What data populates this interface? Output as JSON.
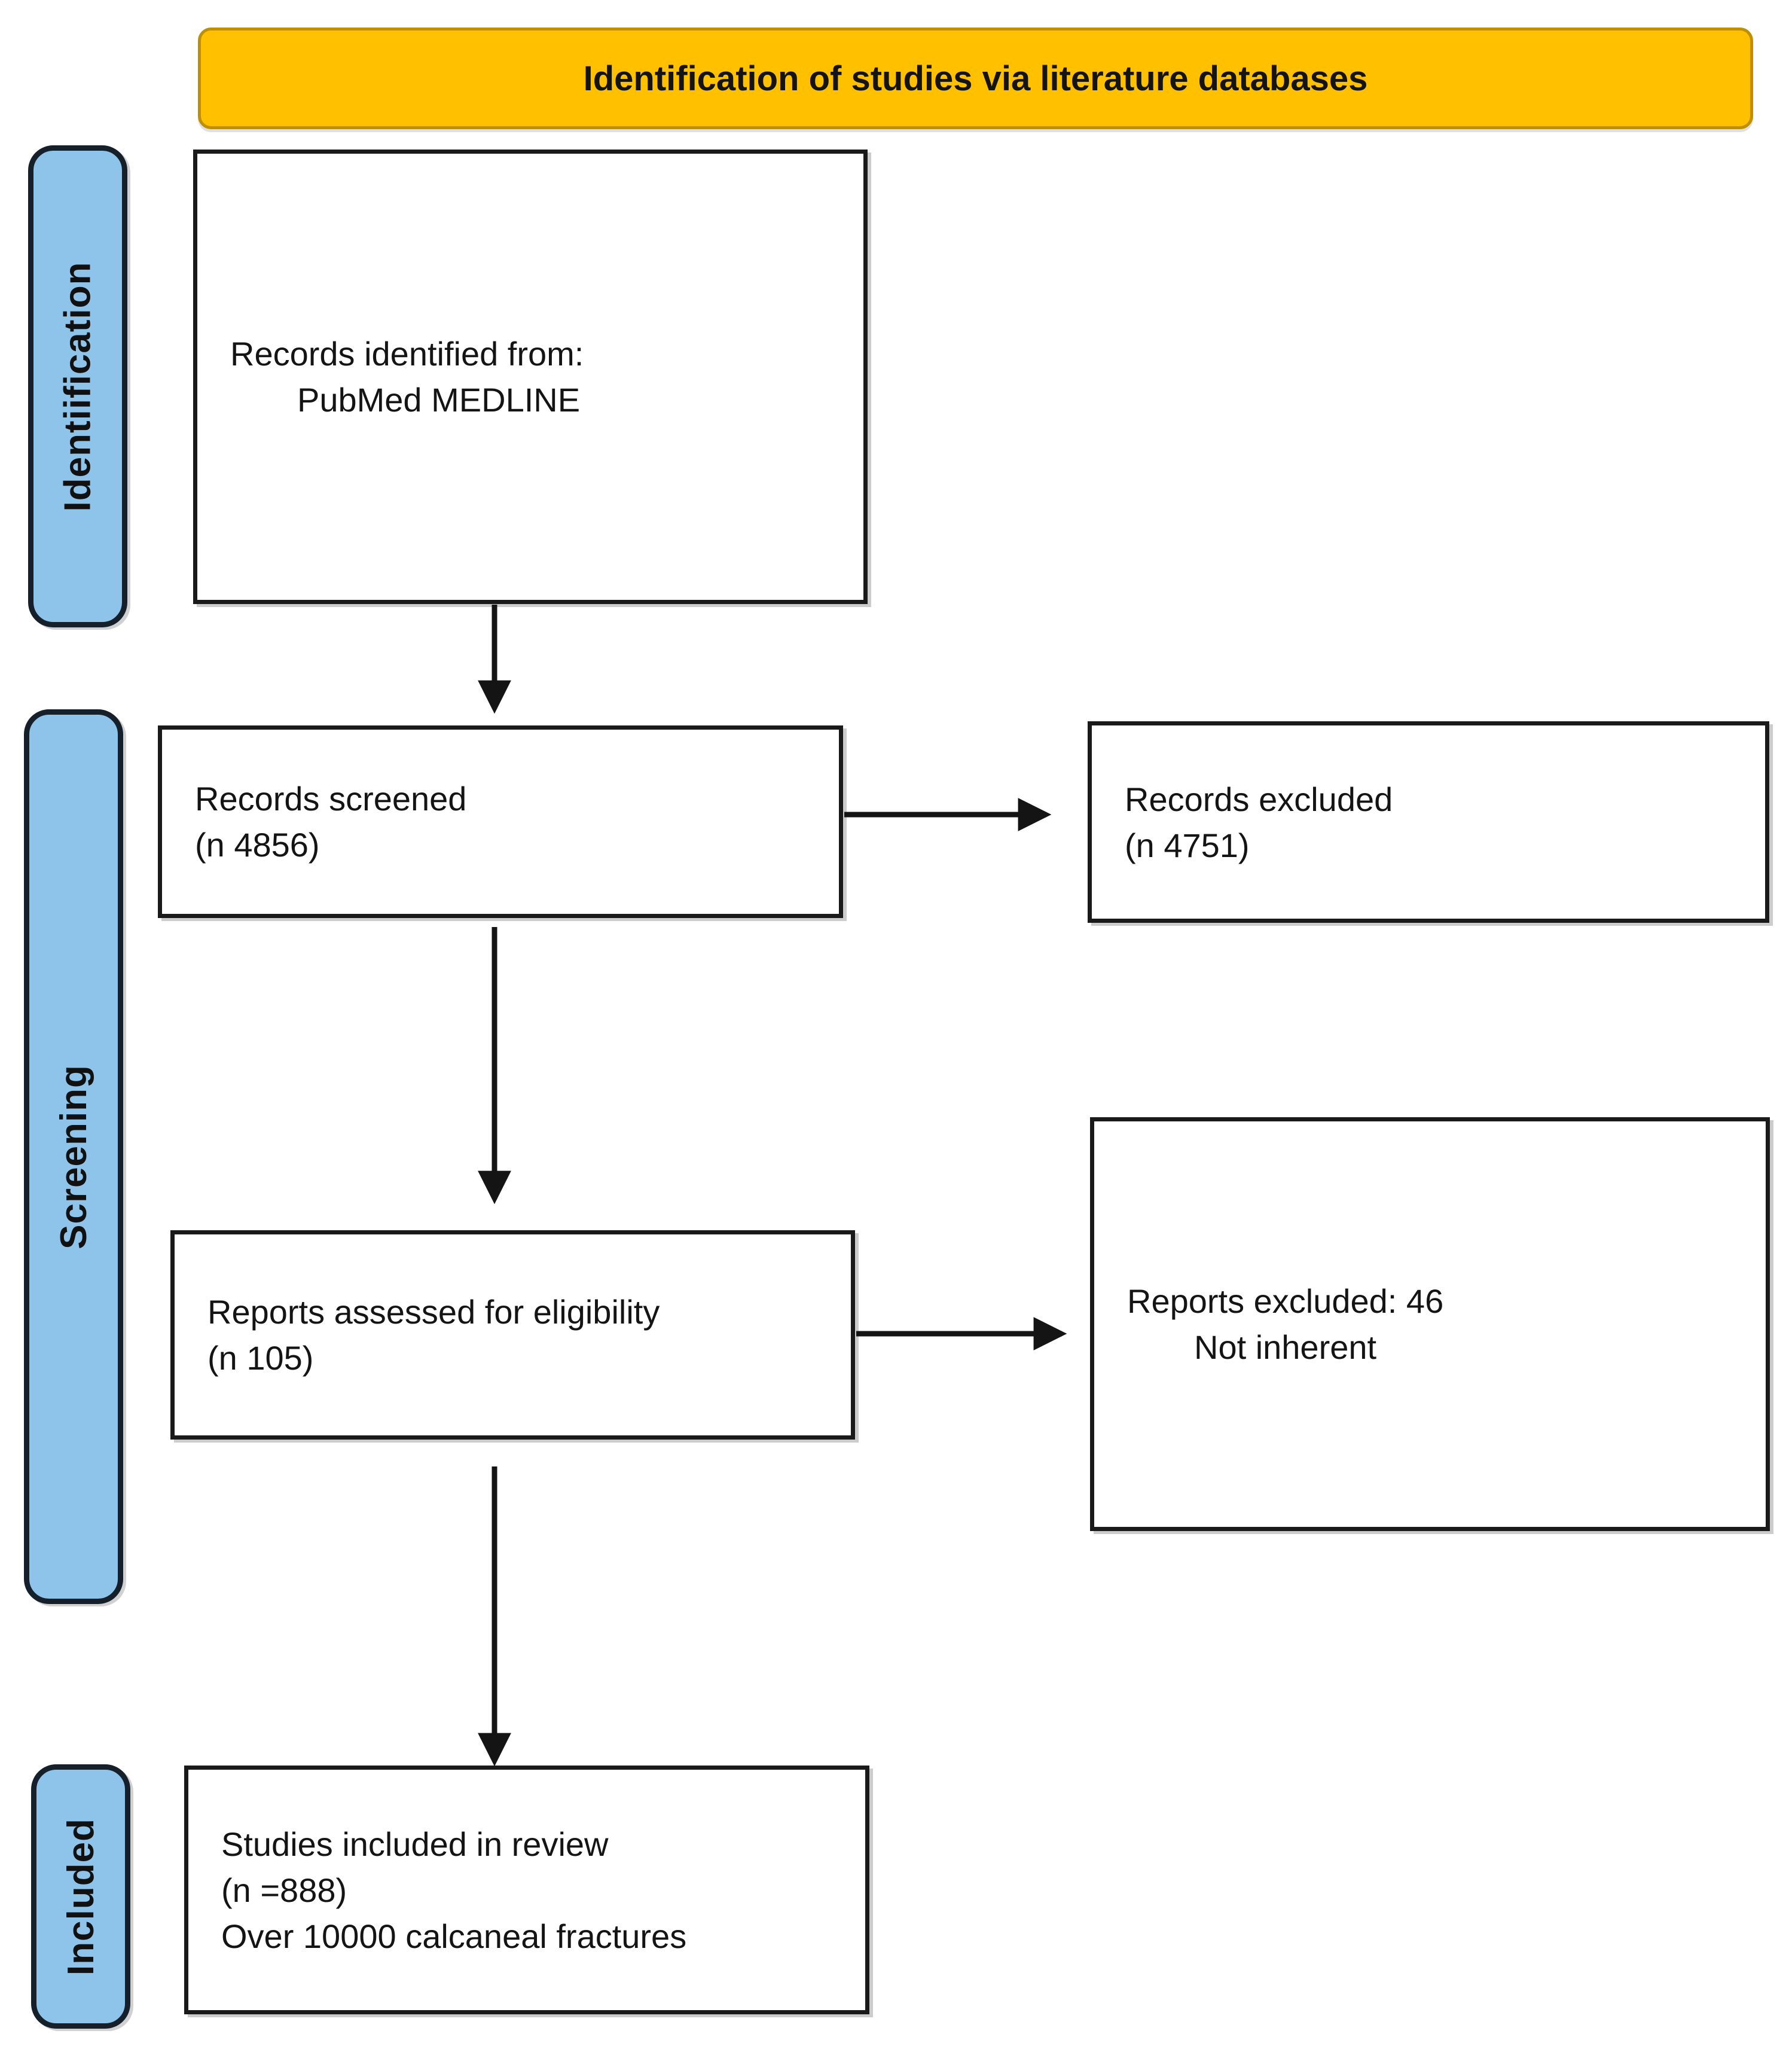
{
  "banner": {
    "label": "Identification of studies via literature databases"
  },
  "stages": [
    {
      "id": "identification",
      "label": "Identiification"
    },
    {
      "id": "screening",
      "label": "Screening"
    },
    {
      "id": "included",
      "label": "Included"
    }
  ],
  "boxes": {
    "records_identified": {
      "lines": [
        "Records identified from:",
        "PubMed MEDLINE"
      ]
    },
    "records_screened": {
      "lines": [
        "Records screened",
        "(n 4856)"
      ]
    },
    "records_excluded": {
      "lines": [
        "Records excluded",
        "(n 4751)"
      ]
    },
    "reports_assessed": {
      "lines": [
        "Reports assessed for eligibility",
        "(n 105)"
      ]
    },
    "reports_excluded": {
      "lines": [
        "Reports excluded: 46",
        "Not inherent"
      ]
    },
    "studies_included": {
      "lines": [
        "Studies included in review",
        "(n =888)",
        "Over 10000 calcaneal fractures"
      ]
    }
  },
  "colors": {
    "banner_fill": "#FFC000",
    "banner_border": "#BE8F00",
    "stage_fill": "#8FC4EA",
    "stage_border": "#16202B",
    "box_fill": "#FFFFFF",
    "box_border": "#1A1A1A",
    "arrow": "#141414",
    "text": "#141414"
  }
}
